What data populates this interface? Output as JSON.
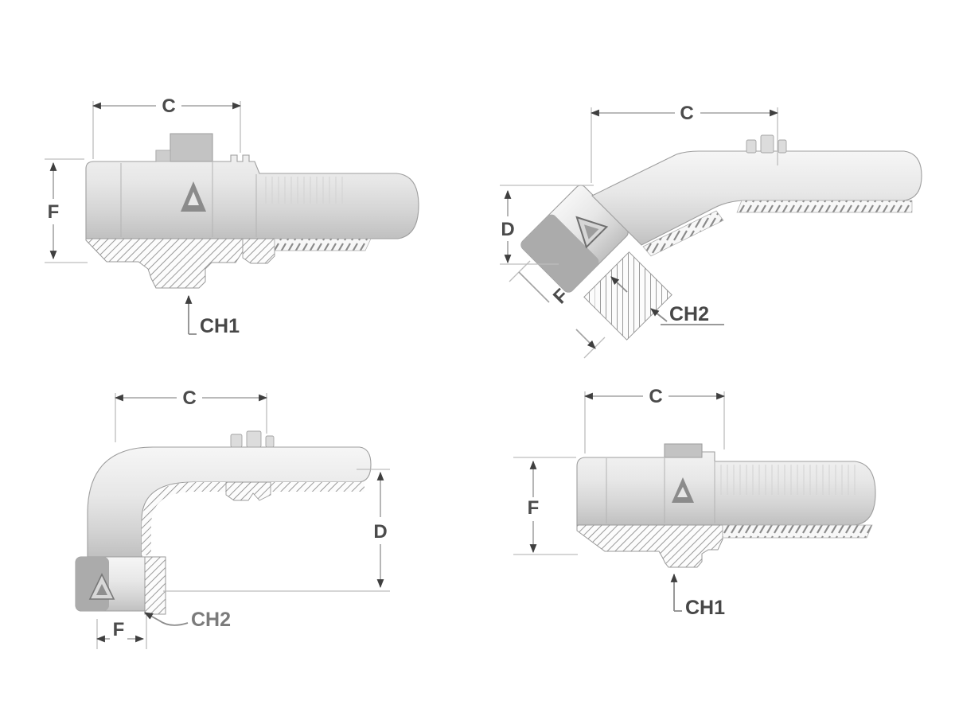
{
  "colors": {
    "background": "#ffffff",
    "dimension_line": "#a3a3a3",
    "extension_line": "#bdbdbd",
    "arrowhead": "#3f3f3f",
    "label_text": "#4b4b4b",
    "body_fill_light": "#f6f6f6",
    "body_fill_dark": "#c0c0c0",
    "body_outline": "#9e9e9e",
    "hatch_line": "#8f8f8f"
  },
  "diagrams": [
    {
      "labels": {
        "c": "C",
        "f": "F",
        "ch": "CH1"
      }
    },
    {
      "labels": {
        "c": "C",
        "d": "D",
        "f": "F",
        "ch": "CH2"
      }
    },
    {
      "labels": {
        "c": "C",
        "d": "D",
        "f": "F",
        "ch": "CH2"
      }
    },
    {
      "labels": {
        "c": "C",
        "f": "F",
        "ch": "CH1"
      }
    }
  ]
}
